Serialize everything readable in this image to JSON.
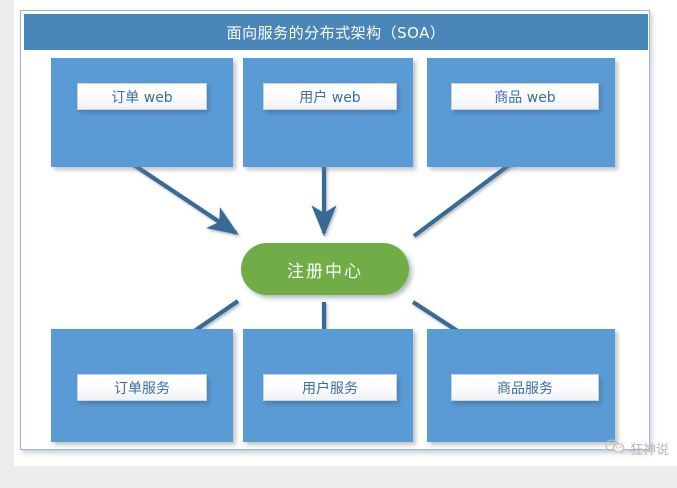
{
  "card": {
    "title": "面向服务的分布式架构（SOA）"
  },
  "nodes": {
    "top_row": [
      {
        "id": "order-web",
        "label": "订单 web"
      },
      {
        "id": "user-web",
        "label": "用户 web"
      },
      {
        "id": "product-web",
        "label": "商品 web"
      }
    ],
    "center": {
      "id": "registry-center",
      "label": "注册中心"
    },
    "bottom_row": [
      {
        "id": "order-service",
        "label": "订单服务"
      },
      {
        "id": "user-service",
        "label": "用户服务"
      },
      {
        "id": "product-service",
        "label": "商品服务"
      }
    ]
  },
  "watermark": {
    "icon": "wechat-icon",
    "text": "狂神说"
  },
  "colors": {
    "title_bar": "#4a86b8",
    "node_box": "#5b9bd5",
    "registry": "#70ad47",
    "connector": "#376a96",
    "label_text": "#3b6ea5",
    "page": "#ffffff",
    "backdrop": "#ececec"
  },
  "chart_data": {
    "type": "diagram",
    "title": "面向服务的分布式架构（SOA）",
    "diagram_kind": "service-oriented architecture / registry hub-and-spoke",
    "node_groups": [
      {
        "group": "web-tier",
        "nodes": [
          "订单 web",
          "用户 web",
          "商品 web"
        ]
      },
      {
        "group": "registry",
        "nodes": [
          "注册中心"
        ]
      },
      {
        "group": "service-tier",
        "nodes": [
          "订单服务",
          "用户服务",
          "商品服务"
        ]
      }
    ],
    "edges": [
      {
        "from": "订单 web",
        "to": "注册中心",
        "direction": "to-registry",
        "arrowhead": true
      },
      {
        "from": "用户 web",
        "to": "注册中心",
        "direction": "to-registry",
        "arrowhead": true
      },
      {
        "from": "商品 web",
        "to": "注册中心",
        "direction": "to-registry",
        "arrowhead": false
      },
      {
        "from": "注册中心",
        "to": "订单服务",
        "direction": "from-registry",
        "arrowhead": true
      },
      {
        "from": "注册中心",
        "to": "用户服务",
        "direction": "from-registry",
        "arrowhead": true
      },
      {
        "from": "注册中心",
        "to": "商品服务",
        "direction": "from-registry",
        "arrowhead": true
      }
    ]
  }
}
